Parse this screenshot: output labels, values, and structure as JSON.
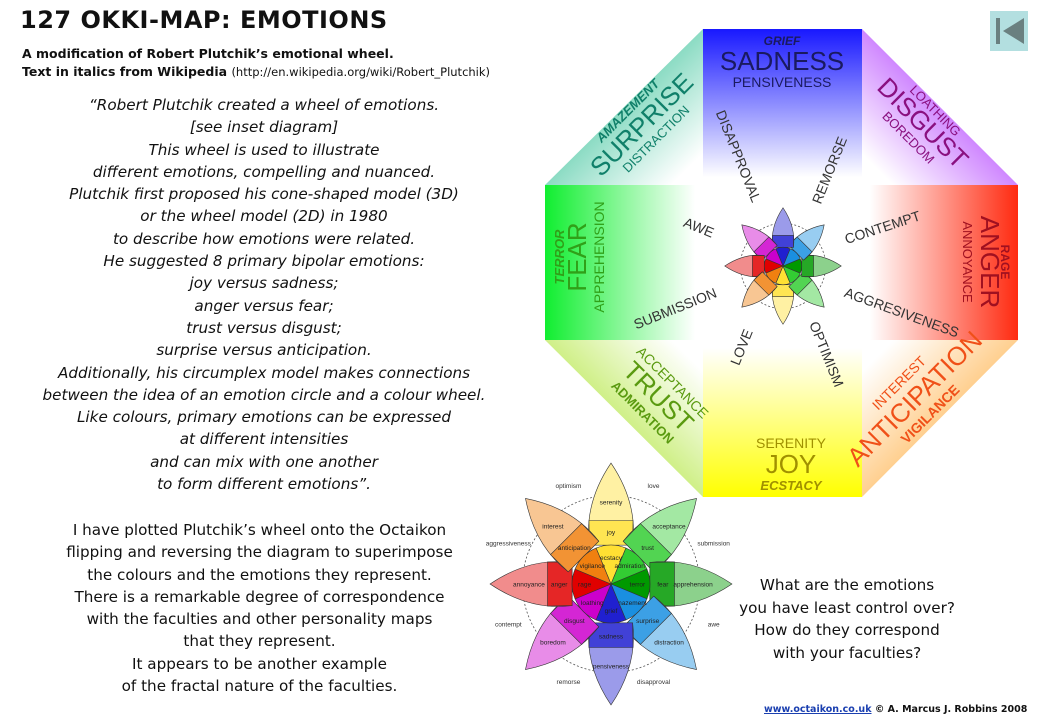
{
  "header": {
    "title": "127 OKKI-MAP: EMOTIONS",
    "subtitle_line1": "A modification of Robert Plutchik’s emotional wheel.",
    "subtitle_line2": "Text in italics from Wikipedia",
    "subtitle_url": "(http://en.wikipedia.org/wiki/Robert_Plutchik)"
  },
  "quote_lines": [
    "“Robert Plutchik created a wheel of emotions.",
    "[see inset diagram]",
    "This wheel is used to illustrate",
    "different emotions, compelling and nuanced.",
    "Plutchik first proposed his cone-shaped model (3D)",
    "or the wheel model (2D) in 1980",
    "to describe how emotions were related.",
    "He suggested 8 primary bipolar emotions:",
    "joy versus sadness;",
    "anger versus fear;",
    "trust versus disgust;",
    "surprise versus anticipation.",
    "Additionally, his circumplex model makes connections",
    "between the idea of an emotion circle and a colour wheel.",
    "Like colours, primary emotions can be expressed",
    "at different intensities",
    "and can mix with one another",
    "to form different emotions”."
  ],
  "commentary_lines": [
    "I have plotted Plutchik’s wheel onto the Octaikon",
    "flipping and reversing the diagram to superimpose",
    "the colours and the emotions they represent.",
    "There is a remarkable degree of correspondence",
    "with the faculties and other personality maps",
    "that they represent.",
    "It appears to be another example",
    "of the fractal nature of the faculties."
  ],
  "question_lines": [
    "What are the emotions",
    "you have least control over?",
    "How do they correspond",
    "with your faculties?"
  ],
  "footer": {
    "link": "www.octaikon.co.uk",
    "copyright": "© A. Marcus J. Robbins 2008"
  },
  "nav": {
    "back_icon": "skip-to-first-icon"
  },
  "octagon": {
    "sectors": {
      "sadness": {
        "strong": "GRIEF",
        "primary": "SADNESS",
        "mild": "PENSIVENESS",
        "color": "#1a1aff"
      },
      "disgust": {
        "strong": "LOATHING",
        "primary": "DISGUST",
        "mild": "BOREDOM",
        "color": "#a020ff"
      },
      "anger": {
        "strong": "RAGE",
        "primary": "ANGER",
        "mild": "ANNOYANCE",
        "color": "#ff2a10"
      },
      "anticipation": {
        "strong": "VIGILANCE",
        "primary": "ANTICIPATION",
        "mild": "INTEREST",
        "color": "#ff9a20"
      },
      "joy": {
        "strong": "ECSTACY",
        "primary": "JOY",
        "mild": "SERENITY",
        "color": "#ffff10"
      },
      "trust": {
        "strong": "ADMIRATION",
        "primary": "TRUST",
        "mild": "ACCEPTANCE",
        "color": "#a8e010"
      },
      "fear": {
        "strong": "TERROR",
        "primary": "FEAR",
        "mild": "APPREHENSION",
        "color": "#10e030"
      },
      "surprise": {
        "strong": "AMAZEMENT",
        "primary": "SURPRISE",
        "mild": "DISTRACTION",
        "color": "#20b890"
      }
    },
    "dyads": {
      "disapproval": "DISAPPROVAL",
      "remorse": "REMORSE",
      "contempt": "CONTEMPT",
      "aggressiveness": "AGGRESIVENESS",
      "optimism": "OPTIMISM",
      "love": "LOVE",
      "submission": "SUBMISSION",
      "awe": "AWE"
    }
  },
  "inset_wheel": {
    "petals": [
      {
        "inner": "ecstacy",
        "mid": "joy",
        "outer": "serenity",
        "color": "#ffe033"
      },
      {
        "inner": "admiration",
        "mid": "trust",
        "outer": "acceptance",
        "color": "#33cc33"
      },
      {
        "inner": "terror",
        "mid": "fear",
        "outer": "apprehension",
        "color": "#009900"
      },
      {
        "inner": "amazement",
        "mid": "surprise",
        "outer": "distraction",
        "color": "#1a8fe0"
      },
      {
        "inner": "grief",
        "mid": "sadness",
        "outer": "pensiveness",
        "color": "#2020d0"
      },
      {
        "inner": "loathing",
        "mid": "disgust",
        "outer": "boredom",
        "color": "#cc00cc"
      },
      {
        "inner": "rage",
        "mid": "anger",
        "outer": "annoyance",
        "color": "#e00000"
      },
      {
        "inner": "vigilance",
        "mid": "anticipation",
        "outer": "interest",
        "color": "#f08010"
      }
    ],
    "dyads": [
      "love",
      "submission",
      "awe",
      "disapproval",
      "remorse",
      "contempt",
      "aggressiveness",
      "optimism"
    ]
  }
}
